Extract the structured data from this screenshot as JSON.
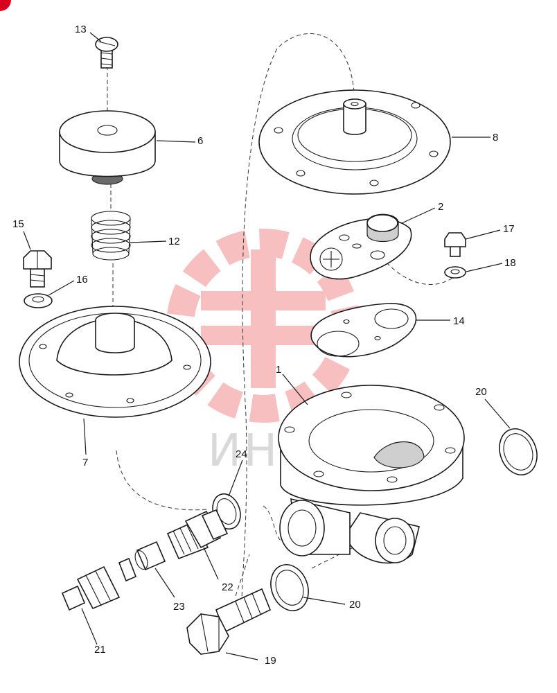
{
  "watermark": {
    "text": "ИНТЕХ",
    "logo_color": "#f28b8b"
  },
  "corner_badge": {
    "color": "#d8001e"
  },
  "callouts": [
    {
      "key": "p13",
      "label": "13"
    },
    {
      "key": "p6",
      "label": "6"
    },
    {
      "key": "p8",
      "label": "8"
    },
    {
      "key": "p2",
      "label": "2"
    },
    {
      "key": "p17",
      "label": "17"
    },
    {
      "key": "p18",
      "label": "18"
    },
    {
      "key": "p15",
      "label": "15"
    },
    {
      "key": "p12",
      "label": "12"
    },
    {
      "key": "p16",
      "label": "16"
    },
    {
      "key": "p14",
      "label": "14"
    },
    {
      "key": "p1",
      "label": "1"
    },
    {
      "key": "p20a",
      "label": "20"
    },
    {
      "key": "p7",
      "label": "7"
    },
    {
      "key": "p24",
      "label": "24"
    },
    {
      "key": "p22",
      "label": "22"
    },
    {
      "key": "p23",
      "label": "23"
    },
    {
      "key": "p20b",
      "label": "20"
    },
    {
      "key": "p21",
      "label": "21"
    },
    {
      "key": "p19",
      "label": "19"
    }
  ]
}
